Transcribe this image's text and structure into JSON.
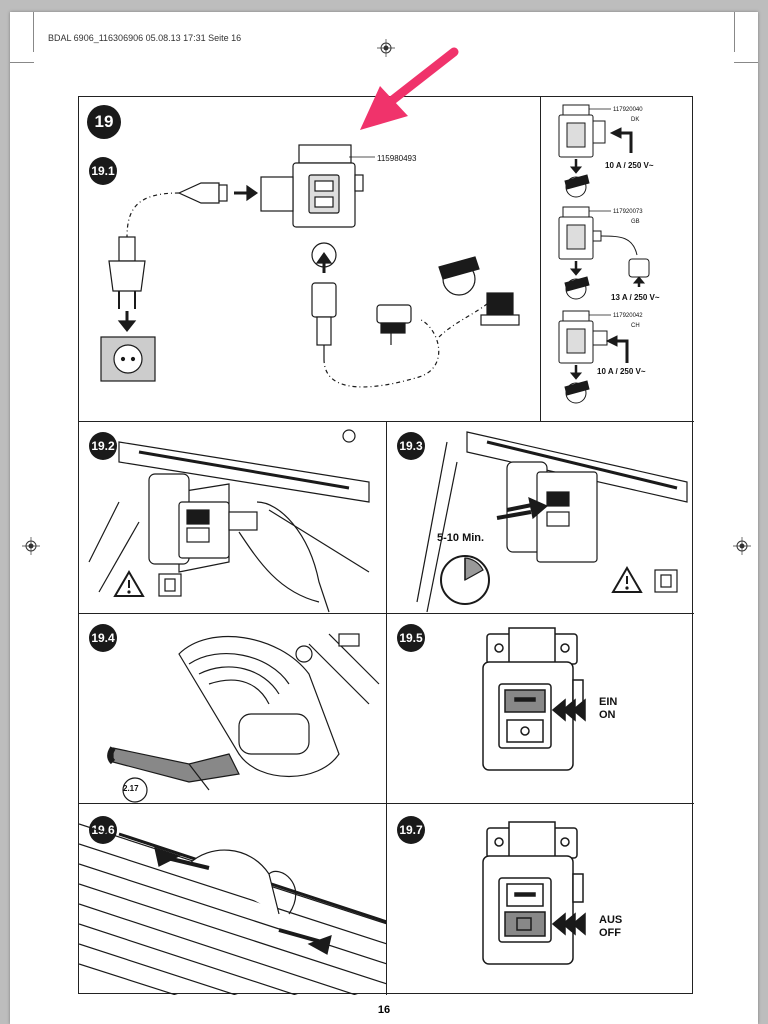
{
  "header": {
    "print_info": "BDAL 6906_116306906  05.08.13  17:31  Seite 16"
  },
  "section": {
    "number": "19"
  },
  "panels": {
    "p19_1": {
      "badge": "19.1",
      "part_number": "115980493"
    },
    "adapters": [
      {
        "part_number": "117920040",
        "country": "DK",
        "rating": "10 A / 250 V~"
      },
      {
        "part_number": "117920073",
        "country": "GB",
        "rating": "13 A / 250 V~"
      },
      {
        "part_number": "117920042",
        "country": "CH",
        "rating": "10 A / 250 V~"
      }
    ],
    "p19_2": {
      "badge": "19.2"
    },
    "p19_3": {
      "badge": "19.3",
      "time_label": "5-10 Min."
    },
    "p19_4": {
      "badge": "19.4",
      "callout": "2.17"
    },
    "p19_5": {
      "badge": "19.5",
      "label_line1": "EIN",
      "label_line2": "ON"
    },
    "p19_6": {
      "badge": "19.6"
    },
    "p19_7": {
      "badge": "19.7",
      "label_line1": "AUS",
      "label_line2": "OFF"
    }
  },
  "footer": {
    "page_number": "16"
  },
  "colors": {
    "annotation_arrow": "#f0336b",
    "ink": "#1a1a1a"
  }
}
